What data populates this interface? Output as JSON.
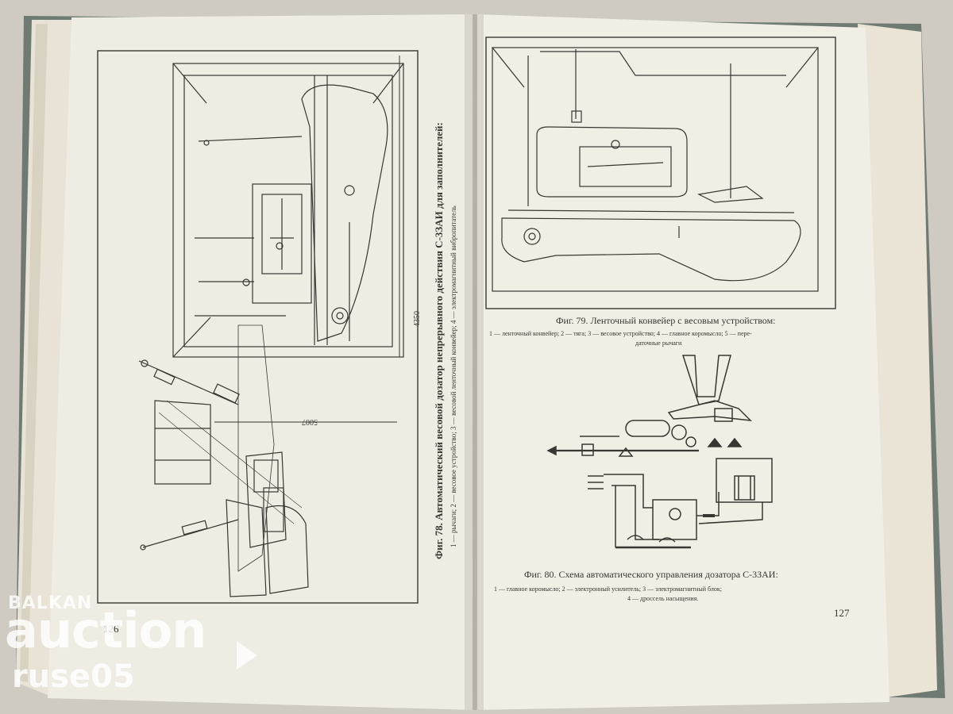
{
  "left_page": {
    "figure_number": "Фиг. 78.",
    "caption": "Автоматический весовой дозатор непрерывного действия С-3ЗАИ для заполнителей:",
    "legend": "1 — рычаги; 2 — весовое устройство; 3 — весовой ленточный конвейер; 4 — электромагнитный вибропитатель",
    "dimension_height": "4350",
    "dimension_width": "5007",
    "page_number": "126"
  },
  "right_page": {
    "fig79_caption": "Фиг. 79. Ленточный конвейер с весовым устройством:",
    "fig79_legend_line1": "1 — ленточный конвейер; 2 — тяга; 3 — весовое устройство; 4 — главное коромысло; 5 — пере-",
    "fig79_legend_line2": "даточные рычаги",
    "fig80_caption": "Фиг. 80. Схема автоматического управления дозатора С-3ЗАИ:",
    "fig80_legend_line1": "1 — главное коромысло; 2 — электронный усилитель; 3 — электромагнитный блок;",
    "fig80_legend_line2": "4 — дроссель насыщения.",
    "page_number": "127"
  },
  "watermark": {
    "line1": "BALKAN",
    "line2": "auction",
    "line3": "ruse05"
  }
}
